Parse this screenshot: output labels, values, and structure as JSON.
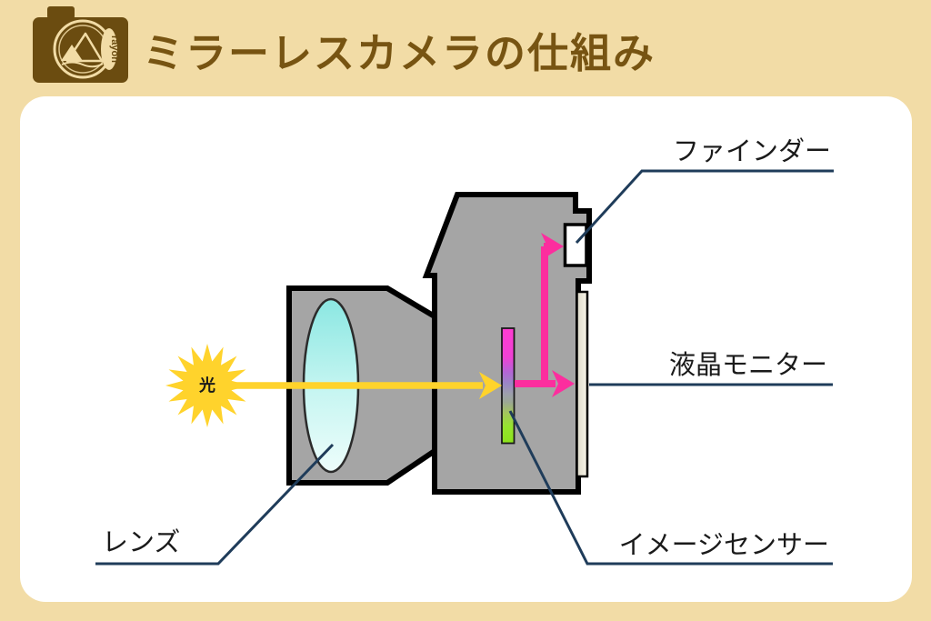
{
  "header": {
    "title": "ミラーレスカメラの仕組み",
    "logo_text": "rayon"
  },
  "diagram": {
    "light_label": "光",
    "labels": {
      "viewfinder": "ファインダー",
      "lcd_monitor": "液晶モニター",
      "lens": "レンズ",
      "image_sensor": "イメージセンサー"
    },
    "colors": {
      "background_beige": "#F2DCA6",
      "title_brown": "#775412",
      "camera_body_gray": "#A5A5A5",
      "light_ray_yellow": "#FFD32C",
      "signal_pink": "#FC2E9E",
      "callout_navy": "#1F3C5A",
      "lens_cyan": "#8BE7E2",
      "lcd_cream": "#EFEBD9",
      "sensor_gradient_top": "#FF3CD2",
      "sensor_gradient_bottom": "#8DE31C"
    }
  }
}
